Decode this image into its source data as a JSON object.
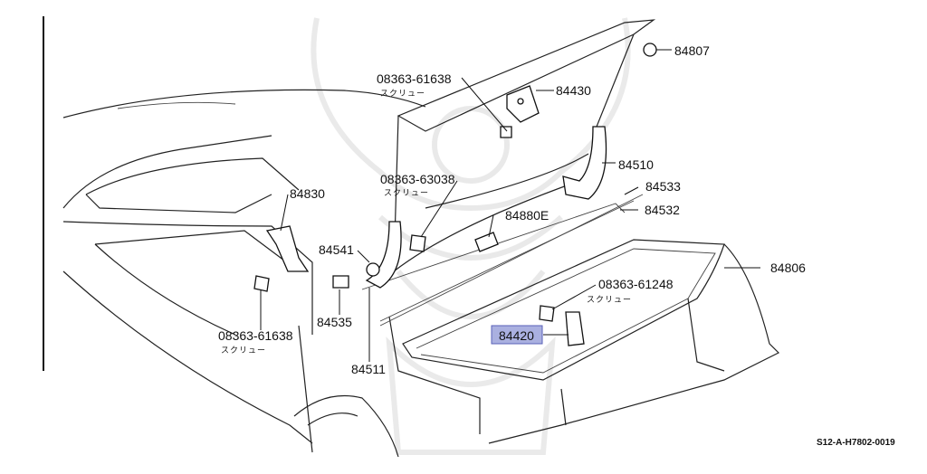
{
  "labels": {
    "p84807": "84807",
    "p0836361638_top": "08363-61638",
    "p84430": "84430",
    "screw_top": "スクリュー",
    "p84510": "84510",
    "p0836363038": "08363-63038",
    "screw_mid": "スクリュー",
    "p84533": "84533",
    "p84830": "84830",
    "p84880E": "84880E",
    "p84532": "84532",
    "p84541": "84541",
    "p84806": "84806",
    "p0836361248": "08363-61248",
    "screw_right": "スクリュー",
    "p84535": "84535",
    "p84420": "84420",
    "p0836361638_bottom": "08363-61638",
    "screw_bottom": "スクリュー",
    "p84511": "84511"
  },
  "highlight_color": "#aab0e0",
  "reference_code": "S12-A-H7802-0019"
}
